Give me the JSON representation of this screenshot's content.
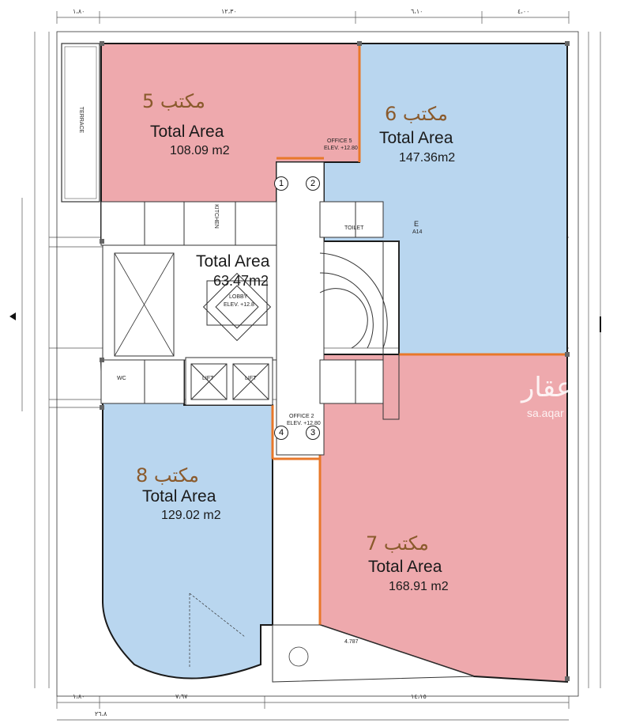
{
  "offices": [
    {
      "id": "5",
      "word": "مكتب",
      "number": "5",
      "title": "Total Area",
      "area": "108.09 m2",
      "color": "#eea9ad"
    },
    {
      "id": "6",
      "word": "مكتب",
      "number": "6",
      "title": "Total Area",
      "area": "147.36m2",
      "color": "#b9d6ef"
    },
    {
      "id": "7",
      "word": "مكتب",
      "number": "7",
      "title": "Total Area",
      "area": "168.91 m2",
      "color": "#eea9ad"
    },
    {
      "id": "8",
      "word": "مكتب",
      "number": "8",
      "title": "Total Area",
      "area": "129.02 m2",
      "color": "#b9d6ef"
    }
  ],
  "common": {
    "title": "Total Area",
    "area": "63.47m2"
  },
  "small_labels": {
    "office5_tag": "OFFICE 5",
    "office5_elev": "ELEV. +12.80",
    "office2_tag": "OFFICE 2",
    "office2_elev": "ELEV. +12.80",
    "lobby": "LOBBY",
    "lobby_elev": "ELEV. +12.8",
    "kitchen": "KITCHEN",
    "terrace": "TERRACE",
    "lift": "LIFT",
    "toilet": "TOILET",
    "wc": "WC",
    "section_mark": "E",
    "section_sheet": "A14",
    "radius_dim": "4.787"
  },
  "stairs_markers": [
    "1",
    "2",
    "3",
    "4"
  ],
  "dims": {
    "top": [
      "١،٨٠",
      "١٢،٣٠",
      "٦،١٠",
      "٤،٠٠"
    ],
    "bottom": [
      "١،٨٠",
      "٧،٦٧",
      "١٤،١٥"
    ],
    "bottom_total": "٢٦،٨"
  },
  "watermark": {
    "text": "عقار",
    "url": "sa.aqar"
  },
  "colors": {
    "pink": "#eea9ad",
    "blue": "#b9d6ef",
    "orange": "#e8782a",
    "wall": "#1a1a1a"
  }
}
